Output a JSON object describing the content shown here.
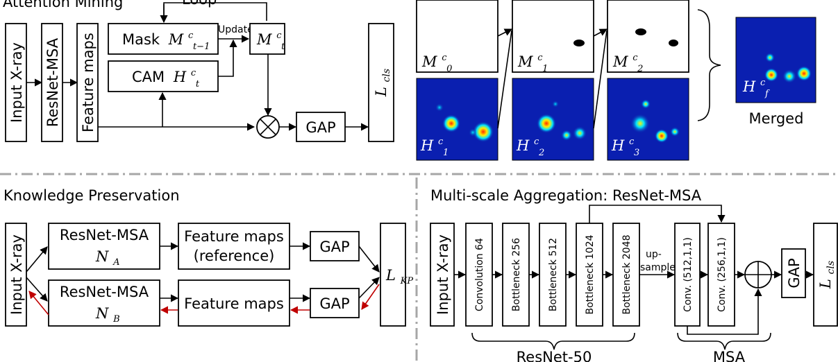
{
  "attention": {
    "title": "Attention Mining",
    "loop_label": "Loop",
    "input": "Input X-ray",
    "backbone": "ResNet-MSA",
    "features": "Feature maps",
    "mask": "Mask",
    "mask_sym": "M",
    "mask_sup": "c",
    "mask_sub": "t−1",
    "cam": "CAM",
    "cam_sym": "H",
    "cam_sup": "c",
    "cam_sub": "t",
    "update": "Update",
    "mt_sym": "M",
    "mt_sup": "c",
    "mt_sub": "t",
    "gap": "GAP",
    "loss_sym": "L",
    "loss_sub": "cls"
  },
  "maps": {
    "masks": [
      {
        "sym": "M",
        "sup": "c",
        "sub": "0"
      },
      {
        "sym": "M",
        "sup": "c",
        "sub": "1"
      },
      {
        "sym": "M",
        "sup": "c",
        "sub": "2"
      }
    ],
    "heatmaps": [
      {
        "sym": "H",
        "sup": "c",
        "sub": "1"
      },
      {
        "sym": "H",
        "sup": "c",
        "sub": "2"
      },
      {
        "sym": "H",
        "sup": "c",
        "sub": "3"
      }
    ],
    "merged": {
      "sym": "H",
      "sup": "c",
      "sub": "f"
    },
    "merged_label": "Merged",
    "colors": {
      "background": "#0a1fb0",
      "hot": "#ff2a00",
      "warm": "#ffee00",
      "cool": "#00e5ff"
    }
  },
  "knowledge": {
    "title": "Knowledge Preservation",
    "input": "Input X-ray",
    "net_a": "ResNet-MSA",
    "net_a_sym": "N",
    "net_a_sub": "A",
    "net_b": "ResNet-MSA",
    "net_b_sym": "N",
    "net_b_sub": "B",
    "feat_ref_1": "Feature maps",
    "feat_ref_2": "(reference)",
    "feat": "Feature maps",
    "gap_a": "GAP",
    "gap_b": "GAP",
    "loss_sym": "L",
    "loss_sub": "KP",
    "back_color": "#c00000"
  },
  "msa": {
    "title": "Multi-scale Aggregation: ResNet-MSA",
    "input": "Input X-ray",
    "layers": [
      "Convolution 64",
      "Bottleneck 256",
      "Bottleneck 512",
      "Bottleneck 1024",
      "Bottleneck 2048"
    ],
    "upsample_1": "up-",
    "upsample_2": "sample",
    "conv1": "Conv. (512,1,1)",
    "conv2": "Conv. (256,1,1)",
    "gap": "GAP",
    "loss_sym": "L",
    "loss_sub": "cls",
    "resnet_label": "ResNet-50",
    "msa_label": "MSA"
  }
}
